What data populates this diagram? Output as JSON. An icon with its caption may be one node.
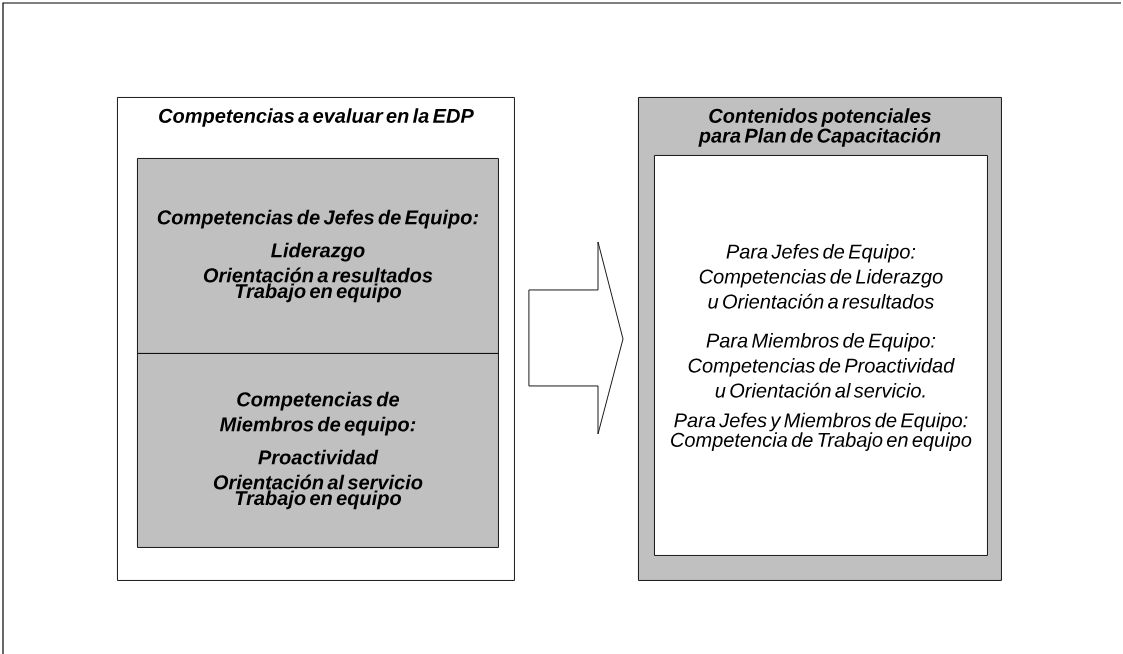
{
  "diagram": {
    "nodes": [
      {
        "text": [
          "Competencias a evaluar en la EDP"
        ]
      },
      {
        "text": [
          "Competencias de Jefes de Equipo:",
          "Liderazgo",
          "Orientación a resultados",
          "Trabajo en equipo"
        ],
        "in": 0
      },
      {
        "text": [
          "Competencias de Miembros de equipo:",
          "Proactividad",
          "Orientación al servicio",
          "Trabajo en equipo"
        ],
        "in": 0
      },
      {
        "text": [
          "Contenidos potenciales para Plan de Capacitación"
        ]
      },
      {
        "text": [
          "Para Jefes de Equipo: Competencias de Liderazgo u Orientación a resultados",
          "Para Miembros de Equipo: Competencias de Proactividad u Orientación al servicio.",
          "Para Jefes y Miembros de Equipo: Competencia de Trabajo en equipo"
        ],
        "in": 3
      }
    ],
    "edges": [
      {
        "from": 0,
        "to": 3,
        "arrow": "to"
      }
    ]
  }
}
